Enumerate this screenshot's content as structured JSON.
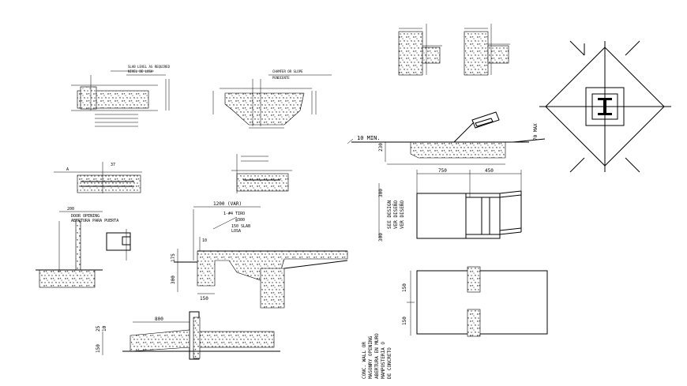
{
  "drawing": {
    "background": "#ffffff",
    "line_color": "#000000"
  },
  "labels": {
    "ten_min": "10 MIN.",
    "seventy_max": "70 MAX",
    "dim_230": "230",
    "dim_750": "750",
    "dim_450": "450",
    "dim_300_top": "300",
    "dim_300_bot": "300",
    "see_design": "SEE DESIGN",
    "ver_diseno": "VER DISEÑO",
    "ver_diseno_2": "VER DISEÑO",
    "dim_150_a": "150",
    "dim_150_b": "150",
    "conc_wall": "CONC. WALL OR",
    "masonry_opening": "MASONRY OPENING",
    "abertura_muro": "ABERTURA EN MURO",
    "mamposteria": "MAMPOSTERIA O",
    "de_concreto": "DE CONCRETO",
    "dim_1200": "1200 (VAR)",
    "bar_note": "1-#4 TIRO",
    "at_300": "@300",
    "slab": "150 SLAB",
    "losa": "LOSA",
    "dim_175": "175",
    "dim_300_side": "300",
    "dim_150_bot": "150",
    "dim_10": "10",
    "door_opening": "DOOR OPENING",
    "abertura_puerta": "ABERTURA PARA PUERTA",
    "dim_200": "200",
    "dim_800": "800",
    "dim_150_left": "150",
    "dim_25": "25",
    "dim_10_left": "10",
    "cd_note_1": "SLAB LEVEL AS REQUIRED",
    "cd_note_2": "NIVEL DE LOSA",
    "cd_note_3": "CHAMFER OR SLOPE",
    "cd_note_4": "PENDIENTE",
    "dim_a": "A",
    "dim_37": "37"
  }
}
